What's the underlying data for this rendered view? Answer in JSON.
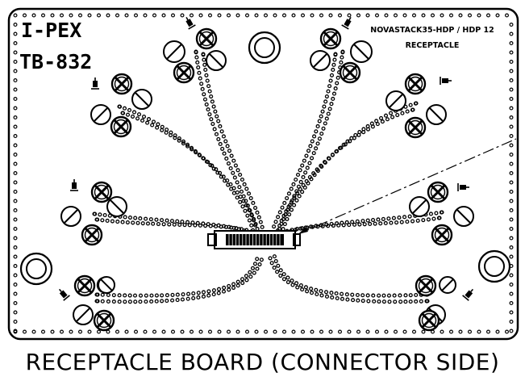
{
  "brand": "I-PEX",
  "board_model": "TB-832",
  "header_line1": "NOVASTACK35-HDP / HDP 12",
  "header_line2": "RECEPTACLE",
  "caption": "RECEPTACLE BOARD (CONNECTOR SIDE)",
  "icons": {
    "screw": "screw-head-icon",
    "via": "via-circle-icon",
    "mounting_hole": "mounting-hole-icon"
  },
  "colors": {
    "ink": "#000000",
    "paper": "#ffffff"
  }
}
